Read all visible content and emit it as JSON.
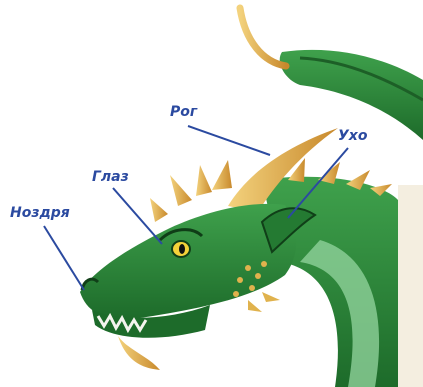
{
  "labels": {
    "horn": "Рог",
    "ear": "Ухо",
    "eye": "Глаз",
    "nostril": "Ноздря"
  },
  "colors": {
    "label_text": "#2b4aa0",
    "leader_line": "#2b4aa0",
    "dragon_green": "#2e8b3a",
    "dragon_dark": "#1d5f27",
    "dragon_light": "#7fc98a",
    "horn_gold": "#d9a441",
    "panel_beige": "#f4eee0"
  },
  "icons": {
    "creature": "dragon-head"
  }
}
